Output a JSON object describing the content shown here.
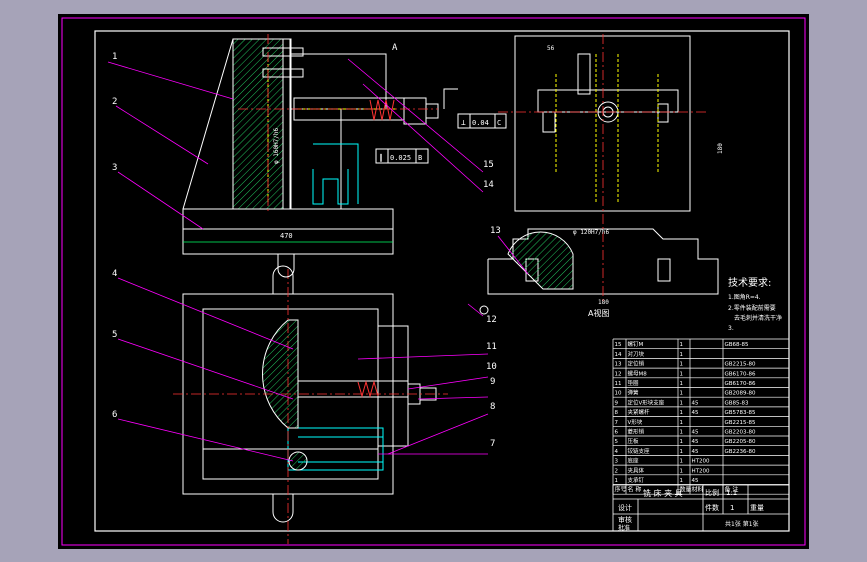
{
  "colors": {
    "background": "#a6a3b8",
    "sheet": "#000000",
    "frame": "#ff00ff",
    "outline": "#ffffff",
    "leader": "#ff00ff",
    "center": "#ff3333",
    "hatch": "#22c55e",
    "hidden": "#ffff00",
    "cyan": "#00ffff",
    "title": "#ffffff"
  },
  "view_labels": {
    "view_a_top": "A",
    "view_a_caption": "A视图"
  },
  "dimensions": {
    "width_main": "470",
    "width_side": "180",
    "height_side": "180",
    "bore_main": "φ 160H7/h6",
    "bore_side": "φ 120H7/h6",
    "offset_top": "56"
  },
  "tolerances": {
    "flatness": [
      "⊥",
      "0.04",
      "C"
    ],
    "parallel": [
      "∥",
      "0.025",
      "B"
    ]
  },
  "balloons": [
    "1",
    "2",
    "3",
    "4",
    "5",
    "6",
    "7",
    "8",
    "9",
    "10",
    "11",
    "12",
    "13",
    "14",
    "15"
  ],
  "tech_notes": {
    "title": "技术要求:",
    "lines": [
      "1.图角R=4.",
      "2.零件装配前需要",
      "去毛刺并清洗干净",
      "3."
    ]
  },
  "bom_rows": [
    {
      "no": "15",
      "name": "螺钉M",
      "qty": "1",
      "mat": "",
      "std": "GB68-85"
    },
    {
      "no": "14",
      "name": "对刀块",
      "qty": "1",
      "mat": "",
      "std": ""
    },
    {
      "no": "13",
      "name": "定位销",
      "qty": "1",
      "mat": "",
      "std": "GB2215-80"
    },
    {
      "no": "12",
      "name": "螺母M8",
      "qty": "1",
      "mat": "",
      "std": "GB6170-86"
    },
    {
      "no": "11",
      "name": "垫圈",
      "qty": "1",
      "mat": "",
      "std": "GB6170-86"
    },
    {
      "no": "10",
      "name": "弹簧",
      "qty": "1",
      "mat": "",
      "std": "GB2089-80"
    },
    {
      "no": "9",
      "name": "定位V形块支座",
      "qty": "1",
      "mat": "45",
      "std": "GB85-83"
    },
    {
      "no": "8",
      "name": "夹紧螺杆",
      "qty": "1",
      "mat": "45",
      "std": "GB5783-85"
    },
    {
      "no": "7",
      "name": "V形块",
      "qty": "1",
      "mat": "",
      "std": "GB2215-85"
    },
    {
      "no": "6",
      "name": "菱形销",
      "qty": "1",
      "mat": "45",
      "std": "GB2203-80"
    },
    {
      "no": "5",
      "name": "压板",
      "qty": "1",
      "mat": "45",
      "std": "GB2205-80"
    },
    {
      "no": "4",
      "name": "铰链支座",
      "qty": "1",
      "mat": "45",
      "std": "GB2236-80"
    },
    {
      "no": "3",
      "name": "底座",
      "qty": "1",
      "mat": "HT200",
      "std": ""
    },
    {
      "no": "2",
      "name": "夹具体",
      "qty": "1",
      "mat": "HT200",
      "std": ""
    },
    {
      "no": "1",
      "name": "支承钉",
      "qty": "1",
      "mat": "45",
      "std": ""
    }
  ],
  "bom_header": [
    "序号",
    "名 称",
    "数量",
    "材料",
    "备 注"
  ],
  "title_block": {
    "drawing_name": "铣 床 夹 具",
    "scale_label": "比例",
    "scale_value": "1:1",
    "qty_label": "件数",
    "qty_value": "1",
    "weight_label": "重量",
    "sheet_info": "共1张 第1张",
    "design_label": "设计",
    "check_label": "审核",
    "approve_label": "批准"
  }
}
